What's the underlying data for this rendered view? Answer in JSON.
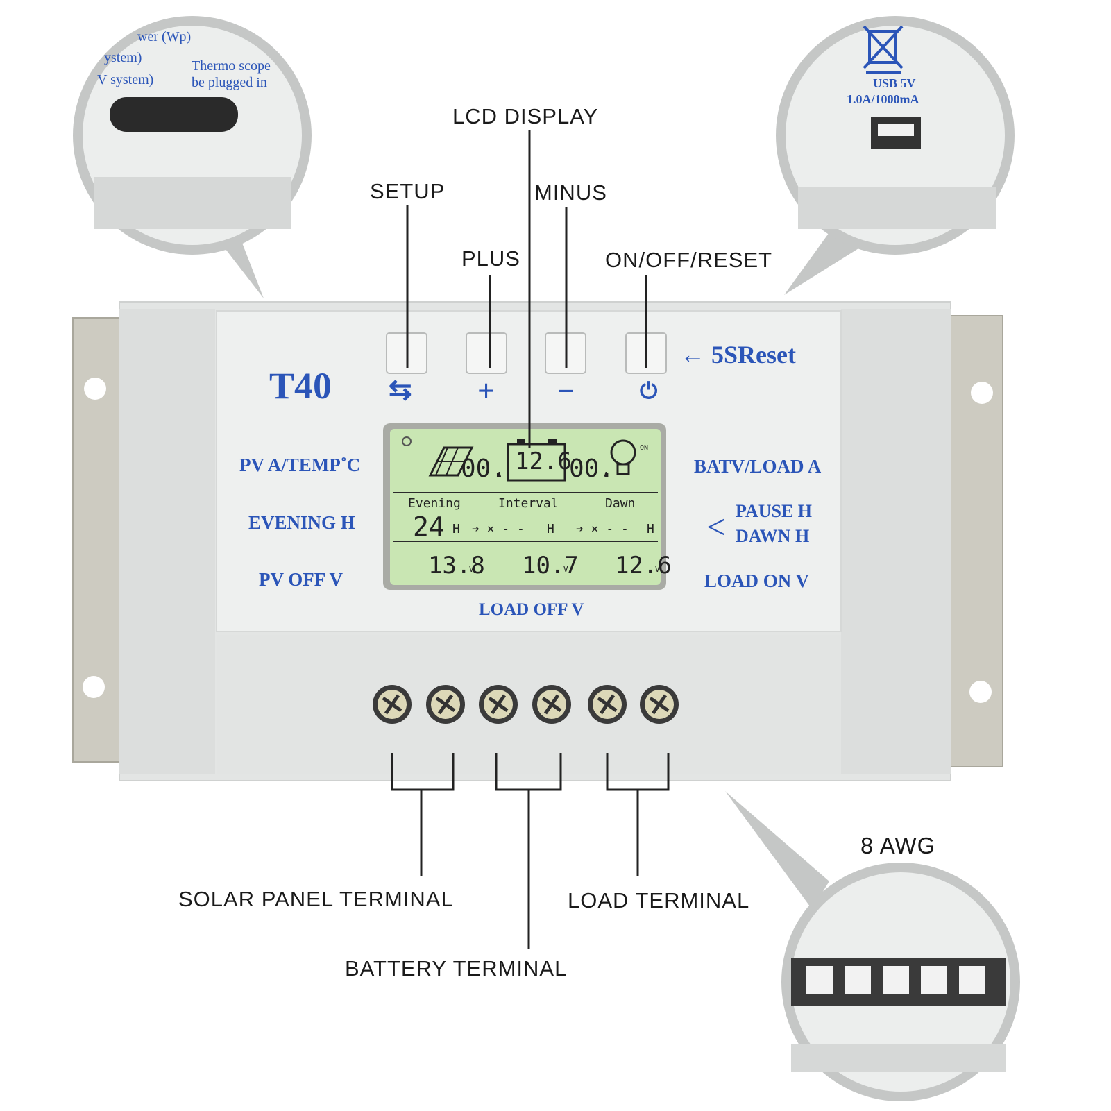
{
  "callouts": {
    "lcd_display": "LCD  DISPLAY",
    "setup": "SETUP",
    "minus": "MINUS",
    "plus": "PLUS",
    "on_off_reset": "ON/OFF/RESET",
    "solar_panel_terminal": "SOLAR  PANEL  TERMINAL",
    "battery_terminal": "BATTERY  TERMINAL",
    "load_terminal": "LOAD  TERMINAL",
    "wire_gauge": "8  AWG"
  },
  "device": {
    "model": "T40",
    "reset_hint": "← 5SReset",
    "label_pv_temp": "PV A/TEMP˚C",
    "label_evening": "EVENING H",
    "label_pv_off": "PV OFF V",
    "label_bat_load": "BATV/LOAD A",
    "label_pause": "PAUSE H",
    "label_dawn": "DAWN H",
    "label_load_on": "LOAD ON V",
    "label_load_off": "LOAD OFF V",
    "button_symbols": {
      "setup": "⇆",
      "plus": "+",
      "minus": "−",
      "power": "⏻"
    }
  },
  "lcd": {
    "pv_current": "00.",
    "battery_voltage": "12.6",
    "load_current": "00.",
    "bulb_state": "ON",
    "col_evening": "Evening",
    "col_interval": "Interval",
    "col_dawn": "Dawn",
    "evening_hours": "24",
    "interval_value": "➔ × - -",
    "dawn_value": "➔ × - -",
    "hour_unit": "H",
    "pv_off_voltage": "13.8",
    "load_off_voltage": "10.7",
    "load_on_voltage": "12.6",
    "volt_unit": "V",
    "amp_unit": "A"
  },
  "insets": {
    "top_left": {
      "line1": "wer (Wp)",
      "line2": "ystem)",
      "line3": "V system)",
      "line4": "Thermo scope",
      "line5": "be plugged in"
    },
    "top_right": {
      "usb_line1": "USB 5V",
      "usb_line2": "1.0A/1000mA"
    }
  },
  "colors": {
    "accent_blue": "#2b55b8",
    "lcd_green": "#c9e6b3",
    "housing": "#eceeed",
    "bracket": "#c9c7bd"
  }
}
